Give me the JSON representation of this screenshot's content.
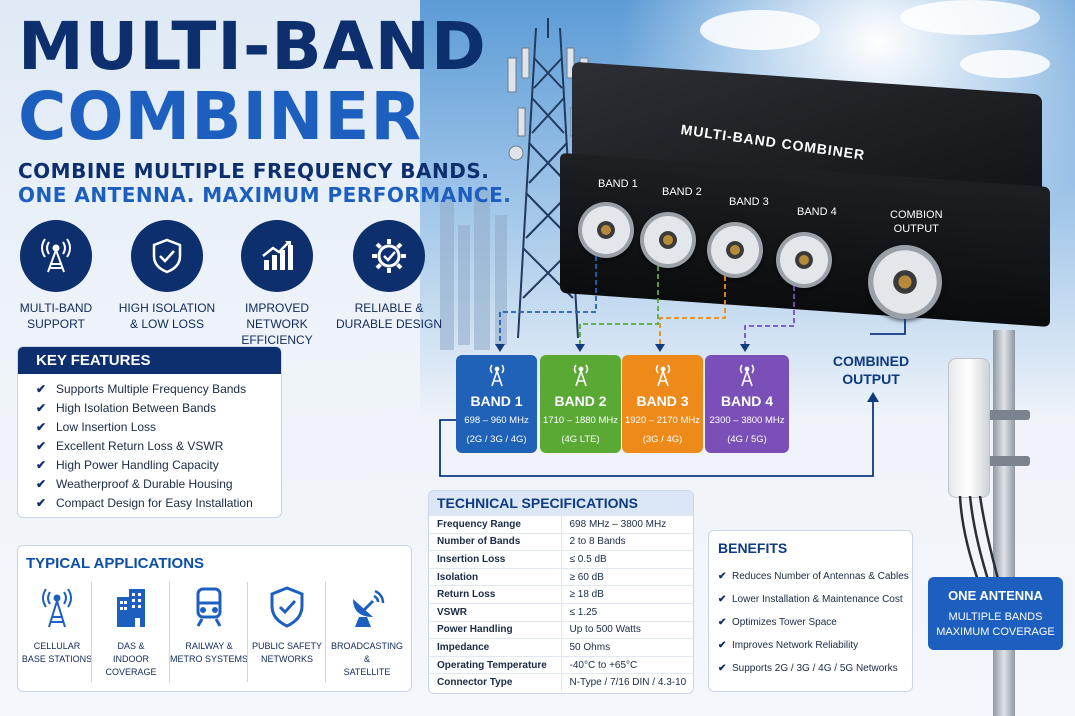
{
  "header": {
    "title_line1": "MULTI-BAND",
    "title_line2": "COMBINER",
    "tagline1": "COMBINE MULTIPLE FREQUENCY BANDS.",
    "tagline2": "ONE ANTENNA. MAXIMUM PERFORMANCE."
  },
  "features": [
    {
      "icon": "tower-icon",
      "line1": "MULTI-BAND",
      "line2": "SUPPORT"
    },
    {
      "icon": "shield-check-icon",
      "line1": "HIGH ISOLATION",
      "line2": "& LOW LOSS"
    },
    {
      "icon": "growth-chart-icon",
      "line1": "IMPROVED",
      "line2": "NETWORK EFFICIENCY"
    },
    {
      "icon": "gear-check-icon",
      "line1": "RELIABLE &",
      "line2": "DURABLE DESIGN"
    }
  ],
  "key_features": {
    "heading": "KEY FEATURES",
    "items": [
      "Supports Multiple Frequency Bands",
      "High Isolation Between Bands",
      "Low Insertion Loss",
      "Excellent Return Loss & VSWR",
      "High Power Handling Capacity",
      "Weatherproof & Durable Housing",
      "Compact Design for Easy Installation"
    ]
  },
  "applications": {
    "heading": "TYPICAL APPLICATIONS",
    "items": [
      {
        "icon": "tower-icon",
        "line1": "CELLULAR",
        "line2": "BASE STATIONS"
      },
      {
        "icon": "building-icon",
        "line1": "DAS &",
        "line2": "INDOOR COVERAGE"
      },
      {
        "icon": "train-icon",
        "line1": "RAILWAY &",
        "line2": "METRO SYSTEMS"
      },
      {
        "icon": "shield-check-icon",
        "line1": "PUBLIC SAFETY",
        "line2": "NETWORKS"
      },
      {
        "icon": "satellite-dish-icon",
        "line1": "BROADCASTING &",
        "line2": "SATELLITE"
      }
    ]
  },
  "device": {
    "label": "MULTI-BAND COMBINER",
    "ports": [
      "BAND 1",
      "BAND 2",
      "BAND 3",
      "BAND 4"
    ],
    "output_line1": "COMBION",
    "output_line2": "OUTPUT"
  },
  "bands": [
    {
      "name": "BAND 1",
      "freq": "698 – 960 MHz",
      "gen": "(2G / 3G / 4G)",
      "color": "#1f62b7"
    },
    {
      "name": "BAND 2",
      "freq": "1710 – 1880 MHz",
      "gen": "(4G LTE)",
      "color": "#5aa935"
    },
    {
      "name": "BAND 3",
      "freq": "1920 – 2170 MHz",
      "gen": "(3G / 4G)",
      "color": "#ee8a1a"
    },
    {
      "name": "BAND 4",
      "freq": "2300 – 3800 MHz",
      "gen": "(4G / 5G)",
      "color": "#7b4fb8"
    }
  ],
  "combined_output": {
    "line1": "COMBINED",
    "line2": "OUTPUT"
  },
  "specs": {
    "heading": "TECHNICAL SPECIFICATIONS",
    "rows": [
      [
        "Frequency Range",
        "698 MHz – 3800 MHz"
      ],
      [
        "Number of Bands",
        "2 to 8 Bands"
      ],
      [
        "Insertion Loss",
        "≤ 0.5 dB"
      ],
      [
        "Isolation",
        "≥ 60 dB"
      ],
      [
        "Return Loss",
        "≥ 18 dB"
      ],
      [
        "VSWR",
        "≤ 1.25"
      ],
      [
        "Power Handling",
        "Up to 500 Watts"
      ],
      [
        "Impedance",
        "50 Ohms"
      ],
      [
        "Operating Temperature",
        "-40°C to +65°C"
      ],
      [
        "Connector Type",
        "N-Type / 7/16 DIN / 4.3-10"
      ]
    ]
  },
  "benefits": {
    "heading": "BENEFITS",
    "items": [
      "Reduces Number of Antennas & Cables",
      "Lower Installation & Maintenance Cost",
      "Optimizes Tower Space",
      "Improves Network Reliability",
      "Supports 2G / 3G / 4G / 5G Networks"
    ]
  },
  "one_antenna": {
    "line1": "ONE ANTENNA",
    "line2": "MULTIPLE BANDS",
    "line3": "MAXIMUM COVERAGE"
  },
  "colors": {
    "navy": "#0d2f6e",
    "blue": "#1d5fbf"
  }
}
